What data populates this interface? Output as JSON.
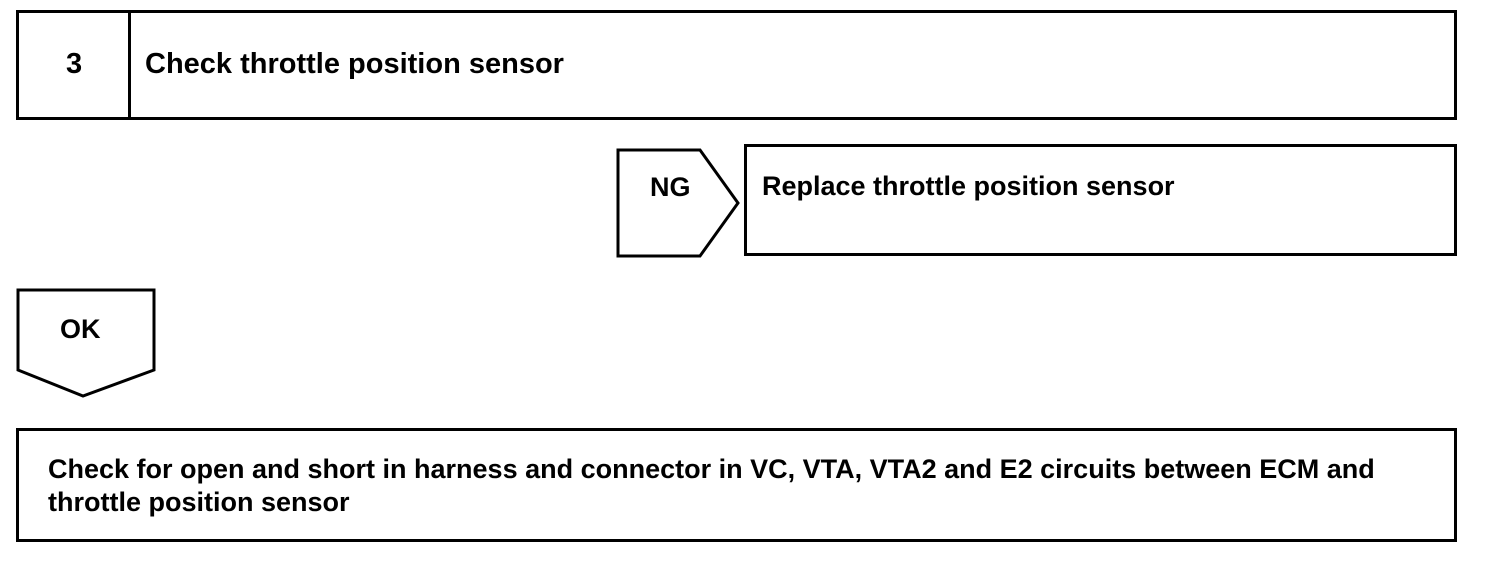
{
  "step": {
    "number": "3",
    "title": "Check throttle position sensor"
  },
  "ng_branch": {
    "label": "NG",
    "action": "Replace throttle position sensor"
  },
  "ok_branch": {
    "label": "OK",
    "next_action": "Check for open and short in harness and connector in VC, VTA, VTA2 and E2 circuits between ECM and throttle position sensor"
  }
}
